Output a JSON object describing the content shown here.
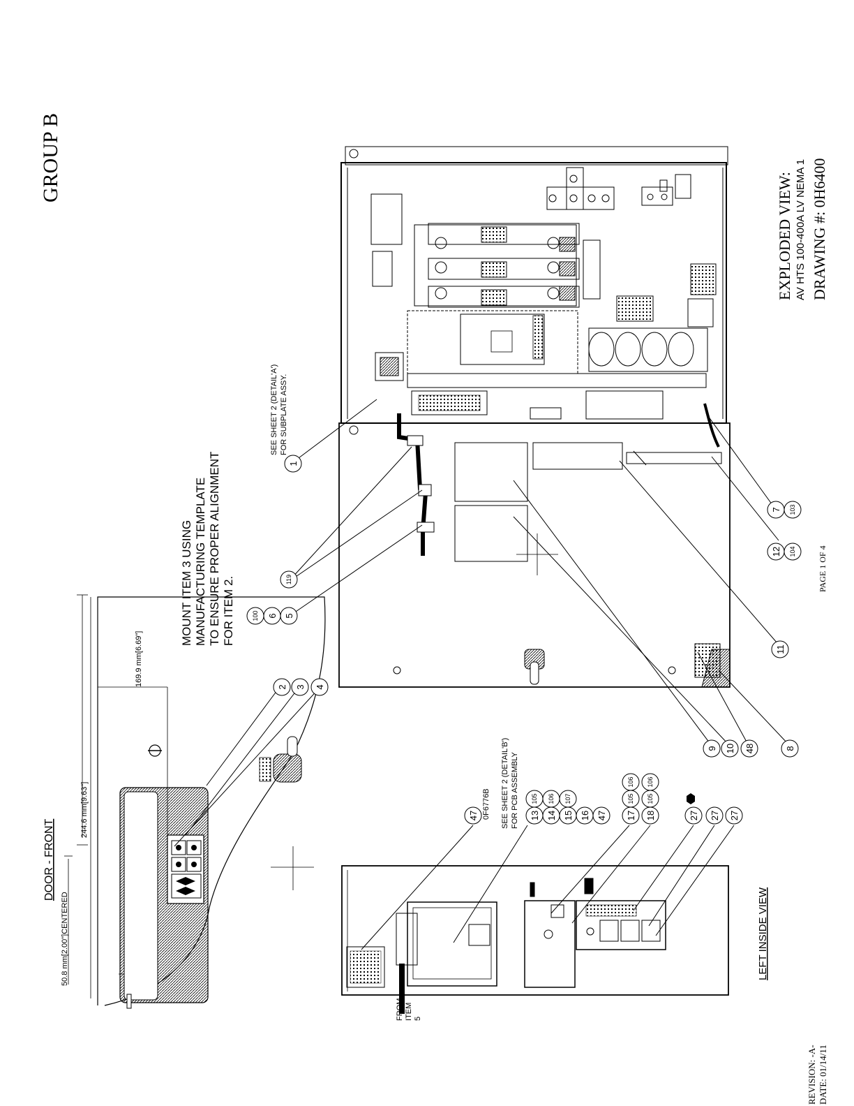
{
  "sheet": {
    "group": "GROUP B",
    "title": "EXPLODED VIEW:",
    "subtitle": "AV HTS 100-400A LV NEMA 1",
    "drawing_number": "DRAWING #: 0H6400",
    "page": "PAGE 1 OF 4",
    "revision": "REVISION: -A-",
    "date": "DATE: 01/14/11"
  },
  "door_front": {
    "title": "DOOR - FRONT",
    "dim_left": "50.8 mm[2.00\"]CENTERED",
    "dim_mid": "244.6 mm[9.63\"]",
    "dim_top": "169.9 mm[6.69\"]"
  },
  "notes": {
    "mount": [
      "MOUNT ITEM 3 USING",
      "MANUFACTURING TEMPLATE",
      "TO ENSURE PROPER ALIGNMENT",
      "FOR ITEM 2."
    ],
    "subplate": [
      "SEE SHEET 2 (DETAIL'A')",
      "FOR SUBPLATE ASSY."
    ],
    "pcb": [
      "SEE SHEET 2 (DETAIL'B')",
      "FOR PCB ASSEMBLY"
    ],
    "part_number": "0F6776B",
    "from_item": [
      "FROM",
      "ITEM",
      "5"
    ]
  },
  "left_inside_view": {
    "title": "LEFT INSIDE VIEW"
  },
  "balloons": {
    "b1": "1",
    "b2": "2",
    "b3": "3",
    "b4": "4",
    "b5": "5",
    "b6": "6",
    "b7": "7",
    "b8": "8",
    "b9": "9",
    "b10": "10",
    "b11": "11",
    "b12": "12",
    "b13": "13",
    "b14": "14",
    "b15": "15",
    "b16": "16",
    "b17": "17",
    "b18": "18",
    "b27a": "27",
    "b27b": "27",
    "b27c": "27",
    "b47a": "47",
    "b47b": "47",
    "b48": "48",
    "b100": "100",
    "b103": "103",
    "b104": "104",
    "b105a": "105",
    "b105b": "105",
    "b105c": "105",
    "b106a": "106",
    "b106b": "106",
    "b106c": "106",
    "b107": "107",
    "b119": "119"
  }
}
